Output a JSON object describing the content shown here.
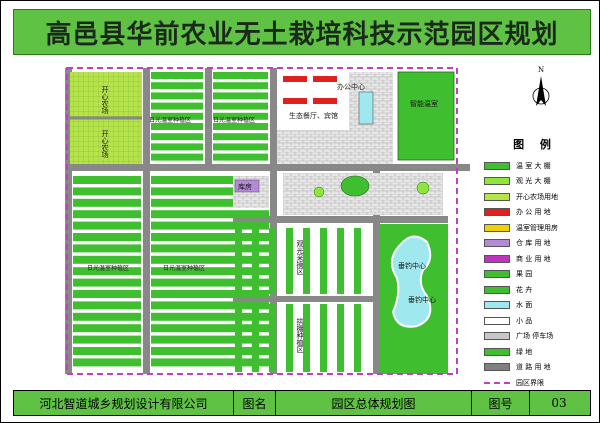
{
  "title": "高邑县华前农业无土栽培科技示范园区规划",
  "colors": {
    "greenhouse_big": "#3fbf2f",
    "sightseeing": "#8ee63a",
    "happy_farm": "#b5e34a",
    "office": "#e0201e",
    "mgmt_house": "#f0d000",
    "warehouse": "#b48ad8",
    "commercial": "#c033c0",
    "orchard": "#3fbf2f",
    "flower": "#3fbf2f",
    "water": "#9ee8ee",
    "ornament": "#ffffff",
    "plaza": "#c8c8c8",
    "lawn": "#3fbf2f",
    "road": "#808080",
    "boundary": "#c040c0"
  },
  "map_labels": {
    "happy_farm_1": "开心农场",
    "happy_farm_2": "开心农场",
    "solar_gh_1": "日光温室种植区",
    "solar_gh_2": "日光温室种植区",
    "solar_gh_3": "日光温室种植区",
    "solar_gh_4": "日光温室种植区",
    "office_center": "办公中心",
    "eco_restaurant": "生态餐厅、宾馆",
    "smart_greenhouse": "智能温室",
    "warehouse": "库房",
    "sightseeing_pick": "观光采摘区",
    "arch_shed": "拱棚种植区",
    "fishing_1": "垂钓中心",
    "fishing_2": "垂钓中心",
    "compass_n": "N"
  },
  "legend": {
    "title": "图 例",
    "items": [
      {
        "label": "温 室 大 棚",
        "color": "#3fbf2f"
      },
      {
        "label": "观 光 大 棚",
        "color": "#8ee63a"
      },
      {
        "label": "开心农场用地",
        "color": "#b5e34a"
      },
      {
        "label": "办 公 用 地",
        "color": "#e0201e"
      },
      {
        "label": "温室管理用房",
        "color": "#f0d000"
      },
      {
        "label": "仓 库 用 地",
        "color": "#b48ad8"
      },
      {
        "label": "商 业 用 地",
        "color": "#c033c0"
      },
      {
        "label": "果    园",
        "color": "#3fbf2f"
      },
      {
        "label": "花    卉",
        "color": "#3fbf2f"
      },
      {
        "label": "水    面",
        "color": "#9ee8ee"
      },
      {
        "label": "小    品",
        "color": "#ffffff"
      },
      {
        "label": "广场 停车场",
        "color": "#c8c8c8"
      },
      {
        "label": "绿    地",
        "color": "#3fbf2f"
      },
      {
        "label": "道 路 用 地",
        "color": "#808080"
      },
      {
        "label": "园区界限",
        "color": "#c040c0",
        "dashed": true
      }
    ]
  },
  "footer": {
    "company": "河北智道城乡规划设计有限公司",
    "drawing_name_label": "图名",
    "drawing_name": "园区总体规划图",
    "drawing_no_label": "图号",
    "drawing_no": "03"
  }
}
